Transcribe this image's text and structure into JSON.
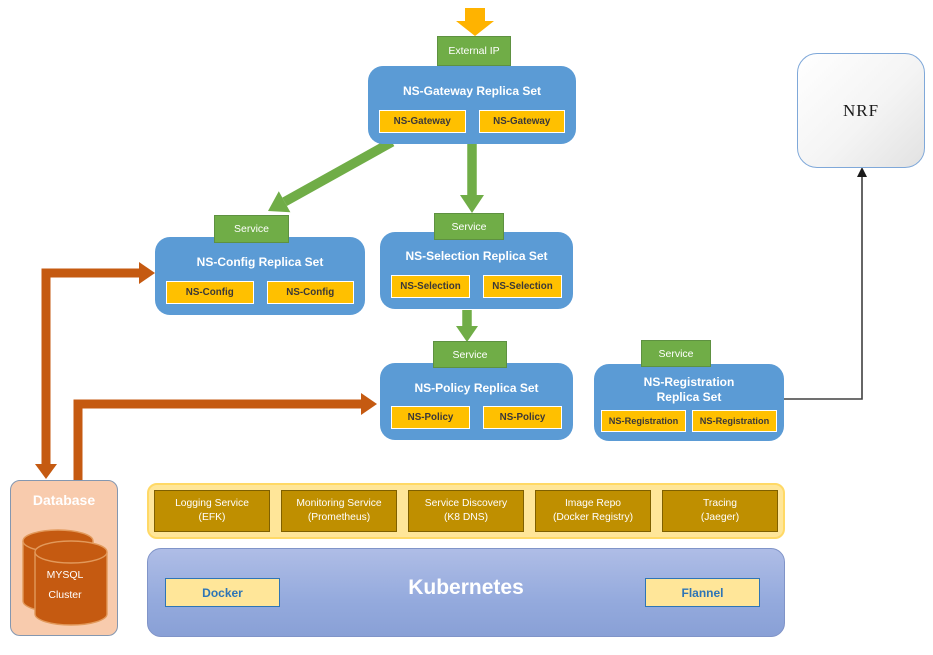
{
  "colors": {
    "cluster_blue": "#5B9BD5",
    "pod_yellow": "#FFC000",
    "service_green": "#70AD47",
    "connector_orange": "#C55A11",
    "infra_gold": "#BF8F00",
    "platform_periwinkle": "#8FAADC",
    "database_peach": "#F8CBAD"
  },
  "external_ip": {
    "label": "External IP"
  },
  "nrf": {
    "label": "NRF"
  },
  "clusters": {
    "gateway": {
      "title": "NS-Gateway Replica Set",
      "pods": [
        "NS-Gateway",
        "NS-Gateway"
      ]
    },
    "config": {
      "service": "Service",
      "title": "NS-Config Replica Set",
      "pods": [
        "NS-Config",
        "NS-Config"
      ]
    },
    "selection": {
      "service": "Service",
      "title": "NS-Selection Replica Set",
      "pods": [
        "NS-Selection",
        "NS-Selection"
      ]
    },
    "policy": {
      "service": "Service",
      "title": "NS-Policy Replica Set",
      "pods": [
        "NS-Policy",
        "NS-Policy"
      ]
    },
    "registration": {
      "service": "Service",
      "title": "NS-Registration Replica Set",
      "pods": [
        "NS-Registration",
        "NS-Registration"
      ]
    }
  },
  "database": {
    "label": "Database",
    "cluster_line1": "MYSQL",
    "cluster_line2": "Cluster"
  },
  "infra_services": {
    "items": [
      {
        "name": "Logging Service",
        "tech": "(EFK)"
      },
      {
        "name": "Monitoring Service",
        "tech": "(Prometheus)"
      },
      {
        "name": "Service Discovery",
        "tech": "(K8 DNS)"
      },
      {
        "name": "Image Repo",
        "tech": "(Docker Registry)"
      },
      {
        "name": "Tracing",
        "tech": "(Jaeger)"
      }
    ]
  },
  "platform": {
    "title": "Kubernetes",
    "left_component": "Docker",
    "right_component": "Flannel"
  }
}
